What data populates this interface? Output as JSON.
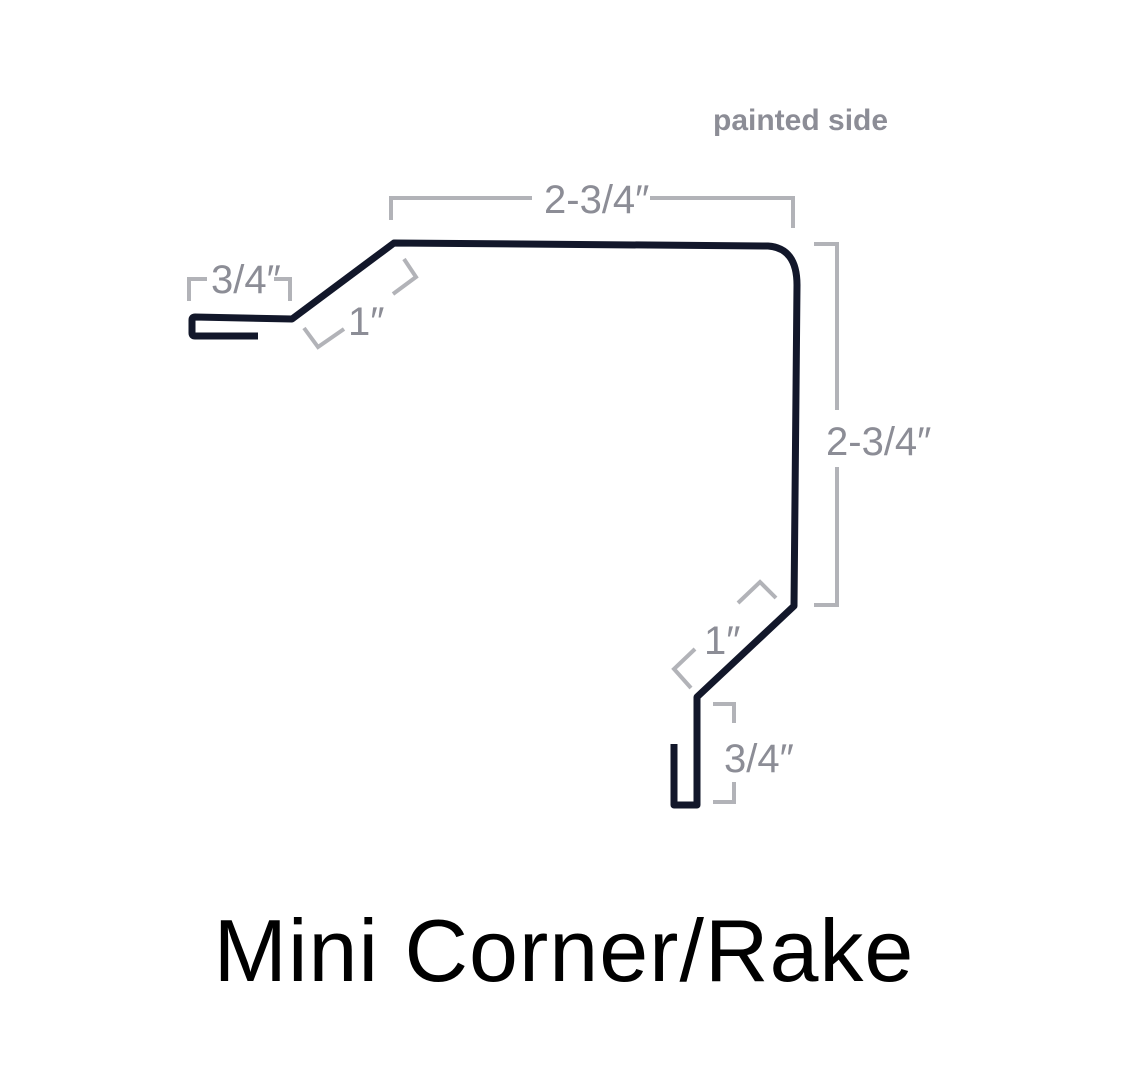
{
  "title": "Mini Corner/Rake",
  "labels": {
    "painted_side": "painted side",
    "top_width": "2-3/4″",
    "right_height": "2-3/4″",
    "left_hem": "3/4″",
    "left_angle": "1″",
    "right_angle": "1″",
    "bottom_hem": "3/4″"
  },
  "colors": {
    "profile": "#12172a",
    "dimension": "#b2b3b8",
    "dimension_text": "#8c8d96",
    "title": "#000000"
  }
}
